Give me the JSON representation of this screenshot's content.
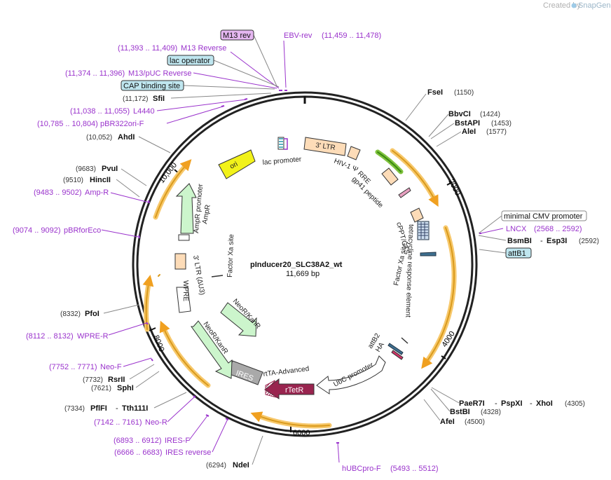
{
  "app": {
    "watermark": "Created by",
    "brand": "SnapGene"
  },
  "plasmid": {
    "name": "pInducer20_SLC38A2_wt",
    "size": "11,669 bp"
  },
  "ruler": [
    {
      "label": "2000"
    },
    {
      "label": "4000"
    },
    {
      "label": "6000"
    },
    {
      "label": "8000"
    },
    {
      "label": "10,000"
    }
  ],
  "boxed_labels": {
    "m13rev": "M13 rev",
    "lac_operator": "lac operator",
    "cap_site": "CAP binding site",
    "min_cmv": "minimal CMV promoter",
    "attb1": "attB1"
  },
  "primers": {
    "ebv": {
      "name": "EBV-rev",
      "pos": "(11,459 .. 11,478)"
    },
    "m13reverse": {
      "name": "M13 Reverse",
      "pos": "(11,393 .. 11,409)"
    },
    "m13puc": {
      "name": "M13/pUC Reverse",
      "pos": "(11,374 .. 11,396)"
    },
    "l4440": {
      "name": "L4440",
      "pos": "(11,038 .. 11,055)"
    },
    "pbr322": {
      "name": "pBR322ori-F",
      "pos": "(10,785 .. 10,804)"
    },
    "ampr": {
      "name": "Amp-R",
      "pos": "(9483 .. 9502)"
    },
    "pbrforeco": {
      "name": "pBRforEco",
      "pos": "(9074 .. 9092)"
    },
    "wprer": {
      "name": "WPRE-R",
      "pos": "(8112 .. 8132)"
    },
    "neof": {
      "name": "Neo-F",
      "pos": "(7752 .. 7771)"
    },
    "neor": {
      "name": "Neo-R",
      "pos": "(7142 .. 7161)"
    },
    "iresf": {
      "name": "IRES-F",
      "pos": "(6893 .. 6912)"
    },
    "iresrev": {
      "name": "IRES reverse",
      "pos": "(6666 .. 6683)"
    },
    "hubc": {
      "name": "hUBCpro-F",
      "pos": "(5493 .. 5512)"
    },
    "lncx": {
      "name": "LNCX",
      "pos": "(2568 .. 2592)"
    }
  },
  "enzymes": {
    "sfii": {
      "name": "SfiI",
      "pos": "(11,172)"
    },
    "ahdi": {
      "name": "AhdI",
      "pos": "(10,052)"
    },
    "pvui": {
      "name": "PvuI",
      "pos": "(9683)"
    },
    "hincii": {
      "name": "HincII",
      "pos": "(9510)"
    },
    "pfoi": {
      "name": "PfoI",
      "pos": "(8332)"
    },
    "rsrii": {
      "name": "RsrII",
      "pos": "(7732)"
    },
    "sphi": {
      "name": "SphI",
      "pos": "(7621)"
    },
    "pflfi": {
      "name": "PflFI",
      "sep": "-",
      "name2": "Tth111I",
      "pos": "(7334)"
    },
    "ndei": {
      "name": "NdeI",
      "pos": "(6294)"
    },
    "fsei": {
      "name": "FseI",
      "pos": "(1150)"
    },
    "bbvci": {
      "name": "BbvCI",
      "pos": "(1424)"
    },
    "bstapi": {
      "name": "BstAPI",
      "pos": "(1453)"
    },
    "alei": {
      "name": "AleI",
      "pos": "(1577)"
    },
    "bsmbi": {
      "name": "BsmBI",
      "sep": "-",
      "name2": "Esp3I",
      "pos": "(2592)"
    },
    "paer7i": {
      "name": "PaeR7I",
      "sep": "-",
      "name2": "PspXI",
      "sep2": "-",
      "name3": "XhoI",
      "pos": "(4305)"
    },
    "bstbi": {
      "name": "BstBI",
      "pos": "(4328)"
    },
    "afei": {
      "name": "AfeI",
      "pos": "(4500)"
    }
  },
  "features": {
    "lac_promoter": "lac promoter",
    "ori": "ori",
    "ltr3": "3' LTR",
    "hiv": "HIV-1 Ψ",
    "rre": "RRE",
    "gp41": "gp41 peptide",
    "cppt": "cPPT/CTS",
    "tre": "tetracycline response element",
    "factor_xa_right": "Factor Xa site",
    "attb2": "attB2",
    "ha": "HA",
    "ubc": "UbC promoter",
    "rtta": "rtTA-Advanced",
    "rtetr": "rTetR",
    "ires": "IRES",
    "neo1": "NeoR/KanR",
    "neo2": "NeoR/KanR",
    "wpre": "WPRE",
    "ltr3_du3": "3' LTR (ΔU3)",
    "ampr_promoter": "AmpR promoter",
    "ampr": "AmpR",
    "factor_xa_left": "Factor Xa site"
  },
  "colors": {
    "primer": "#9a33cc",
    "ori": "#f2f21a",
    "resistance": "#ccf5cc",
    "ltr": "#fddcb8",
    "rtetr": "#99244f",
    "ires": "#a9a9a9",
    "orange_arc": "#f7c86b",
    "boxed_fill": "#bfe6ef",
    "m13_fill": "#e4b6f0"
  }
}
